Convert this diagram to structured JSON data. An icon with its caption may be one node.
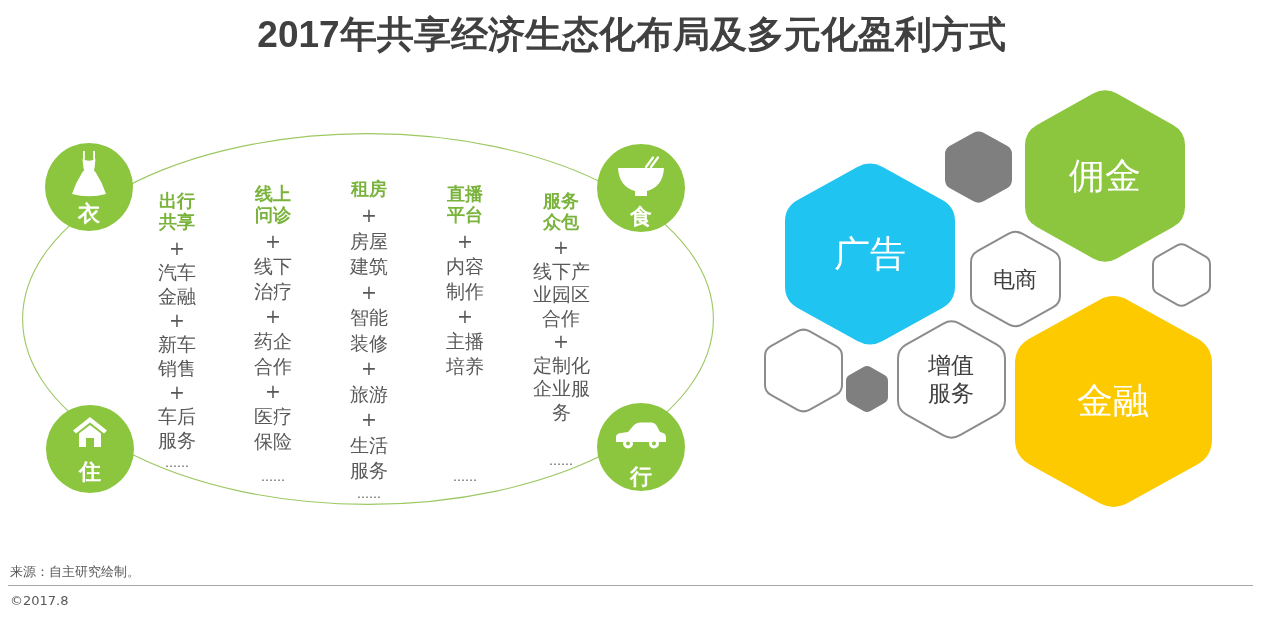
{
  "diagram": {
    "title": "2017年共享经济生态化布局及多元化盈利方式",
    "nodes": [
      {
        "text": [
          "出行共享",
          "+",
          "汽车金融",
          "+",
          "新车销售",
          "+",
          "车后服务",
          "……",
          "线上问诊",
          "+",
          "线下治疗",
          "+",
          "药企合作",
          "+",
          "医疗保险",
          "……",
          "租房",
          "+",
          "房屋建筑",
          "+",
          "智能装修",
          "+",
          "旅游",
          "+",
          "生活服务",
          "……",
          "直播平台",
          "+",
          "内容制作",
          "+",
          "主播培养",
          "……",
          "服务众包",
          "+",
          "线下产业园区合作",
          "+",
          "定制化企业服务",
          "……"
        ]
      },
      {
        "text": [
          "衣"
        ]
      },
      {
        "text": [
          "食"
        ]
      },
      {
        "text": [
          "住"
        ]
      },
      {
        "text": [
          "行"
        ]
      },
      {
        "text": [
          "佣金"
        ]
      },
      {
        "text": [],
        "shape": "hexagon"
      },
      {
        "text": [
          "广告"
        ]
      },
      {
        "text": [
          "电商"
        ]
      },
      {
        "text": [],
        "shape": "hexagon"
      },
      {
        "text": [
          "金融"
        ]
      },
      {
        "text": [
          "增值服务"
        ]
      },
      {
        "text": [],
        "shape": "hexagon"
      },
      {
        "text": [],
        "shape": "hexagon"
      }
    ],
    "labels": [
      "来源：自主研究绘制。",
      "©2017.8"
    ]
  }
}
